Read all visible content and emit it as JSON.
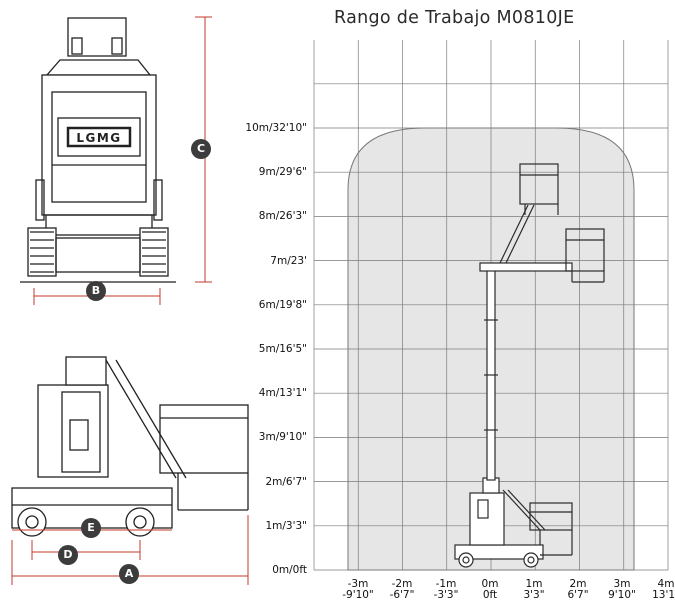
{
  "title": "Rango de Trabajo M0810JE",
  "brand_logo": "LGMG",
  "colors": {
    "envelope": "#e6e6e6",
    "grid": "#7a7a7a",
    "machine": "#2b2b2b",
    "accent_line": "#c0392b",
    "badge": "#3c3c3c"
  },
  "y_ticks": [
    "0m/0ft",
    "1m/3'3\"",
    "2m/6'7\"",
    "3m/9'10\"",
    "4m/13'1\"",
    "5m/16'5\"",
    "6m/19'8\"",
    "7m/23'",
    "8m/26'3\"",
    "9m/29'6\"",
    "10m/32'10\""
  ],
  "x_ticks": [
    {
      "m": "-3m",
      "ft": "-9'10\""
    },
    {
      "m": "-2m",
      "ft": "-6'7\""
    },
    {
      "m": "-1m",
      "ft": "-3'3\""
    },
    {
      "m": "0m",
      "ft": "0ft"
    },
    {
      "m": "1m",
      "ft": "3'3\""
    },
    {
      "m": "2m",
      "ft": "6'7\""
    },
    {
      "m": "3m",
      "ft": "9'10\""
    },
    {
      "m": "4m",
      "ft": "13'1\""
    }
  ],
  "dimension_labels": [
    "A",
    "B",
    "C",
    "D",
    "E"
  ]
}
